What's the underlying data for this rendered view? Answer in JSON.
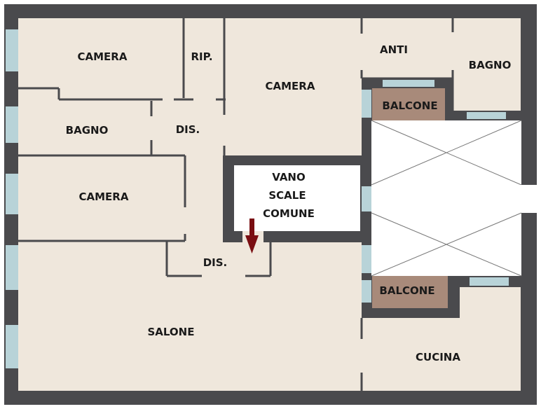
{
  "colors": {
    "wall": "#4a4a4d",
    "floor": "#efe7dc",
    "window": "#b8d3d8",
    "balcony": "#a88a7a",
    "void": "#ffffff",
    "arrow": "#7a0e12",
    "text": "#1a1a1a"
  },
  "rooms": {
    "camera_top_left": "CAMERA",
    "rip": "RIP.",
    "camera_center": "CAMERA",
    "anti": "ANTI",
    "bagno_right": "BAGNO",
    "balcone_top": "BALCONE",
    "bagno_left": "BAGNO",
    "dis_top": "DIS.",
    "camera_mid_left": "CAMERA",
    "vano_line1": "VANO",
    "vano_line2": "SCALE",
    "vano_line3": "COMUNE",
    "dis_bottom": "DIS.",
    "balcone_bottom": "BALCONE",
    "salone": "SALONE",
    "cucina": "CUCINA"
  },
  "icons": {
    "entrance": "entrance-arrow-icon",
    "light_well": "light-well-cross-icon"
  }
}
